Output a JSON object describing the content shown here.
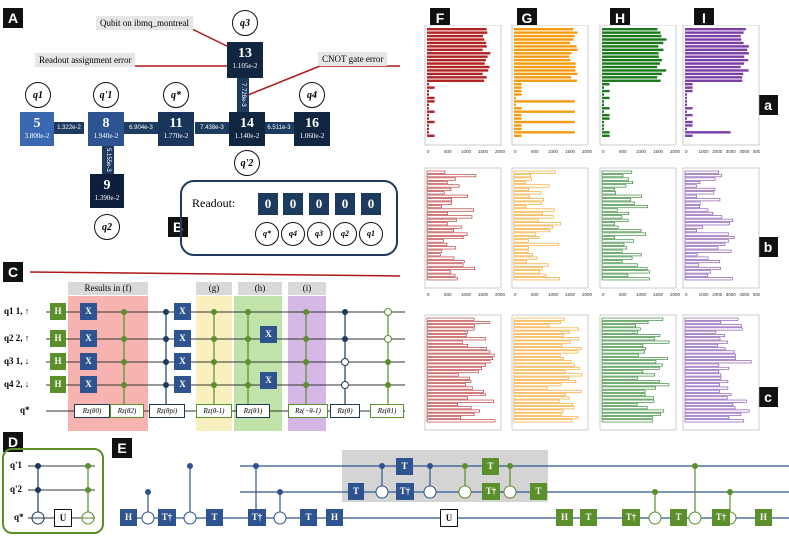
{
  "panel_labels": {
    "A": "A",
    "B": "B",
    "C": "C",
    "D": "D",
    "E": "E",
    "F": "F",
    "G": "G",
    "H": "H",
    "I": "I",
    "a": "a",
    "b": "b",
    "c": "c"
  },
  "callouts": {
    "qubit": "Qubit on ibmq_montreal",
    "readout": "Readout assignment error",
    "cnot": "CNOT gate error"
  },
  "nodes": [
    {
      "id": "13",
      "err": "1.105e-2"
    },
    {
      "id": "5",
      "err": "3.800e-2"
    },
    {
      "id": "8",
      "err": "1.940e-2"
    },
    {
      "id": "11",
      "err": "1.770e-2"
    },
    {
      "id": "14",
      "err": "1.140e-2"
    },
    {
      "id": "16",
      "err": "1.060e-2"
    },
    {
      "id": "9",
      "err": "1.390e-2"
    }
  ],
  "links": {
    "l5_8": "1.322e-2",
    "l8_11": "6.904e-3",
    "l11_14": "7.438e-3",
    "l14_16": "6.511e-3",
    "l13_14": "7.728e-3",
    "l8_9": "5.155e-3"
  },
  "qubit_circles": {
    "q3": "q3",
    "q1": "q1",
    "q1p": "q'1",
    "qstar": "q*",
    "q4": "q4",
    "q2p": "q'2",
    "q2": "q2"
  },
  "readout": {
    "label": "Readout:",
    "values": [
      "0",
      "0",
      "0",
      "0",
      "0"
    ],
    "qubits": [
      "q*",
      "q4",
      "q3",
      "q2",
      "q1"
    ]
  },
  "circuit": {
    "groups": {
      "f": "Results in (f)",
      "g": "(g)",
      "h": "(h)",
      "i": "(i)"
    },
    "rows": [
      "q1 1, ↑",
      "q2 2, ↑",
      "q3 1, ↓",
      "q4 2, ↓",
      "q*"
    ],
    "H": "H",
    "X": "X",
    "rz": [
      "Rz(θ0)",
      "Rz(θ2)",
      "Rz(θpi)",
      "Rz(θ-1)",
      "Rz(θ1)",
      "Rz(−θ-1)",
      "Rz(θ)",
      "Rz(θ1)"
    ]
  },
  "panelD": {
    "rows": [
      "q'1",
      "q'2",
      "q*"
    ],
    "U": "U"
  },
  "panelE": {
    "H": "H",
    "T": "T",
    "Tdg": "T†",
    "U": "U"
  },
  "hist_axes": {
    "F": [
      "0",
      "500",
      "1000",
      "1500",
      "2000"
    ],
    "G": [
      "0",
      "500",
      "1000",
      "1500",
      "2000"
    ],
    "H": [
      "0",
      "500",
      "1000",
      "1500",
      "2000"
    ],
    "I": [
      "0",
      "1000",
      "2000",
      "3000",
      "4000",
      "5000"
    ]
  },
  "colors": {
    "F": "#b22222",
    "G": "#f39c12",
    "H": "#1a7a1a",
    "I": "#7b3fa6",
    "navy": "#1d3a5f",
    "green": "#5a8f29"
  }
}
